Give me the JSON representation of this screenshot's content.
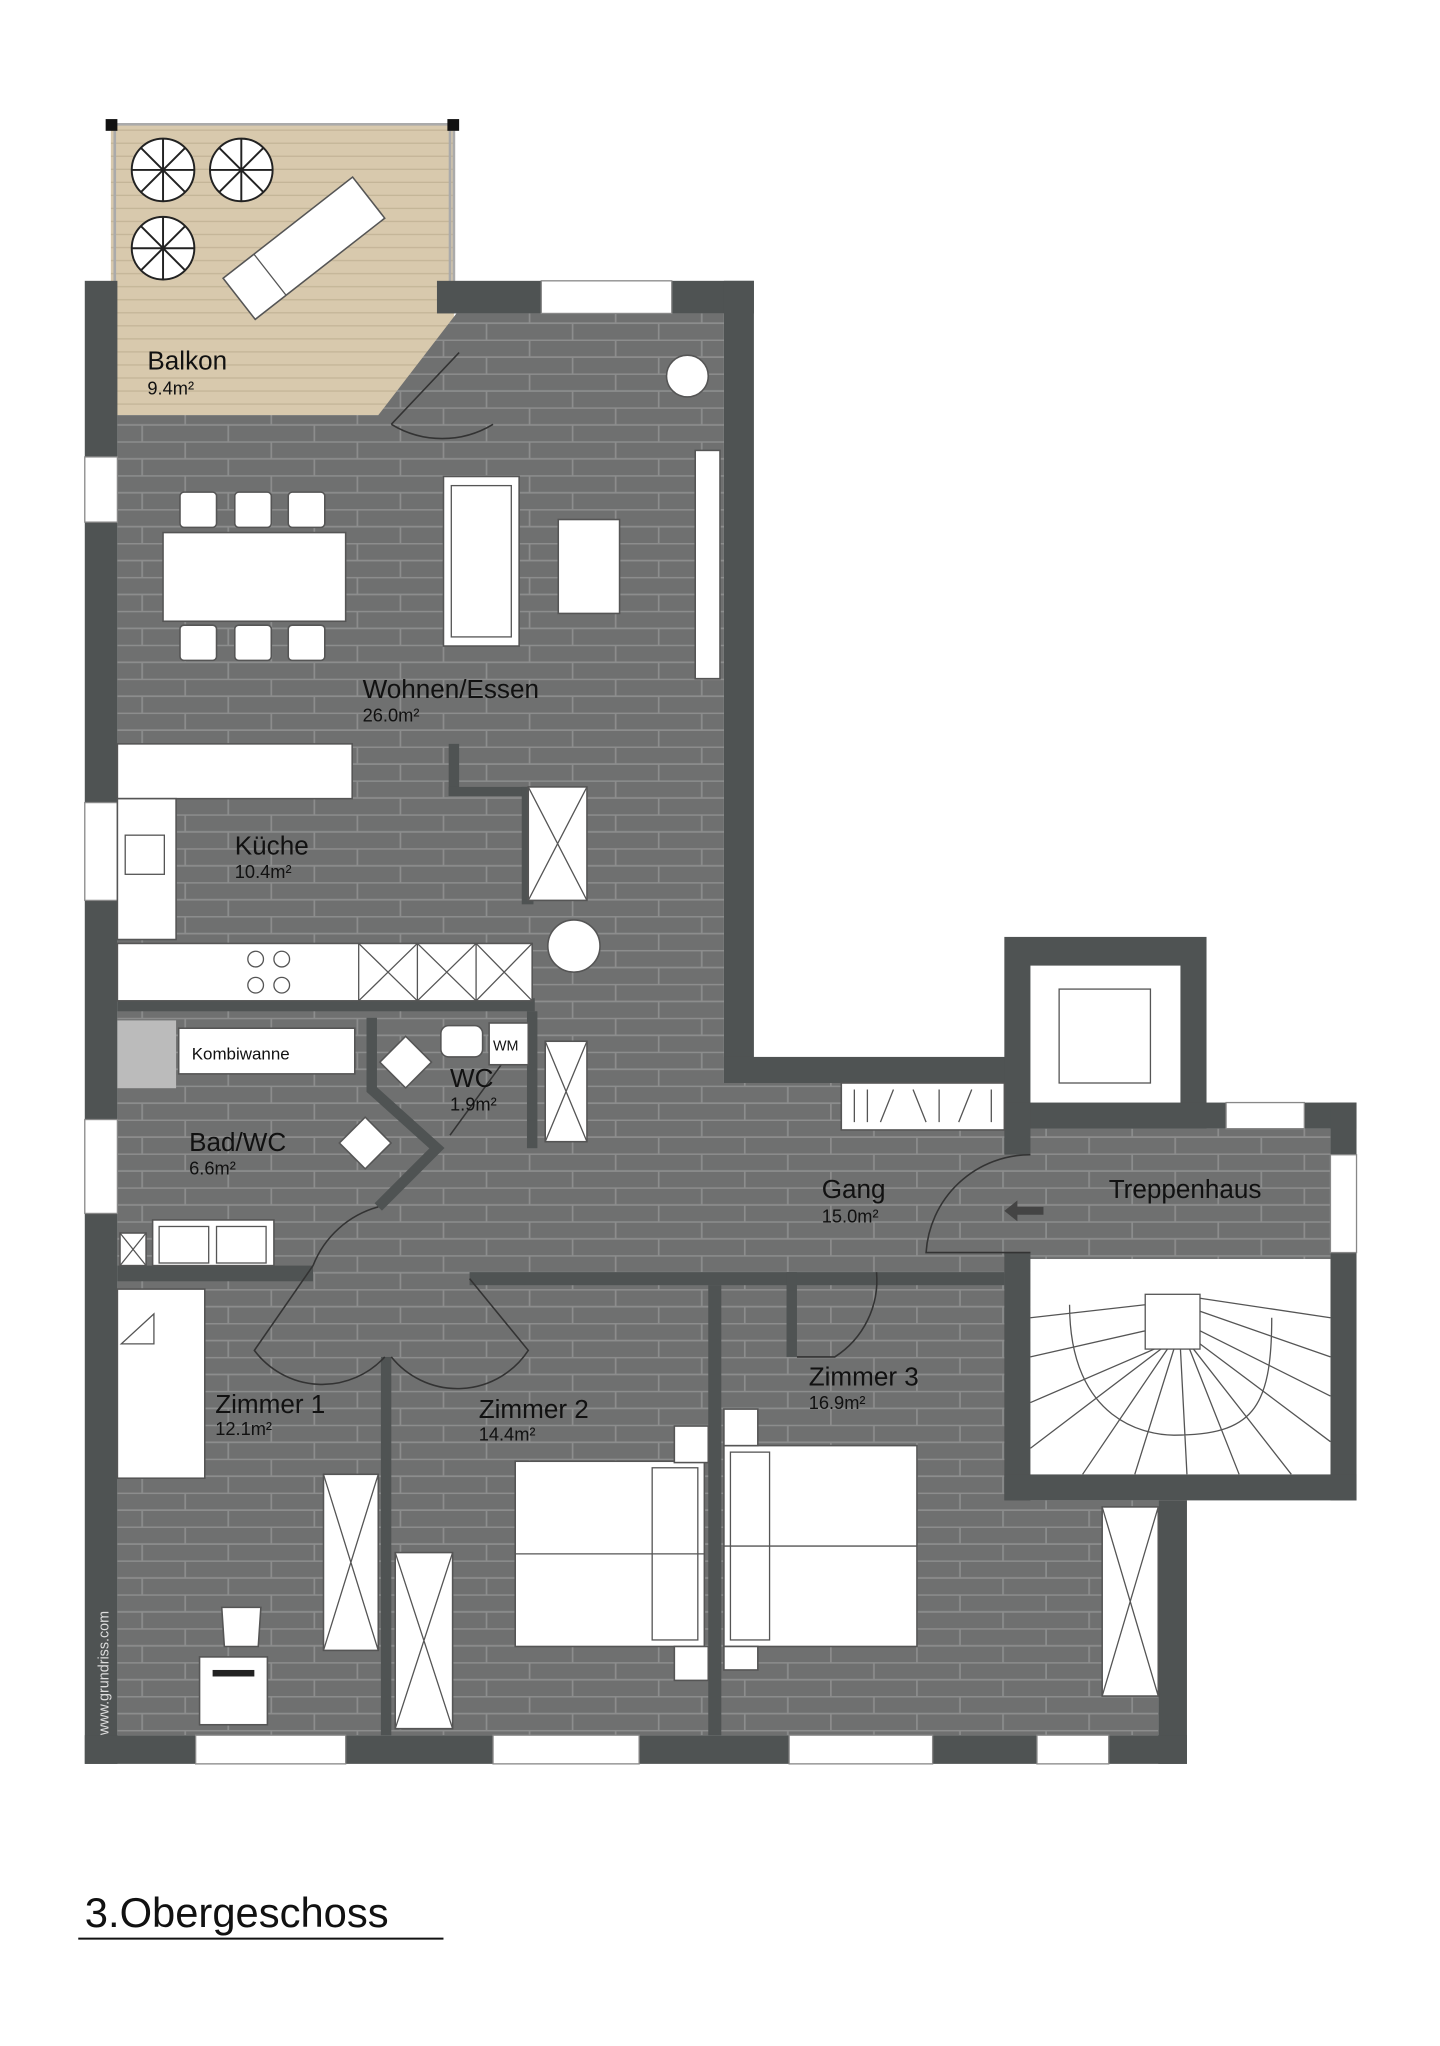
{
  "plan": {
    "title": "3.Obergeschoss",
    "watermark": "www.grundriss.com",
    "colors": {
      "floor": "#6f7070",
      "wall": "#4f5353",
      "balcony": "#d8c9ad",
      "furniture": "#ffffff"
    },
    "rooms": [
      {
        "name": "Balkon",
        "area": "9.4m²"
      },
      {
        "name": "Wohnen/Essen",
        "area": "26.0m²"
      },
      {
        "name": "Küche",
        "area": "10.4m²"
      },
      {
        "name": "WC",
        "area": "1.9m²"
      },
      {
        "name": "Bad/WC",
        "area": "6.6m²"
      },
      {
        "name": "Gang",
        "area": "15.0m²"
      },
      {
        "name": "Treppenhaus"
      },
      {
        "name": "Zimmer 1",
        "area": "12.1m²"
      },
      {
        "name": "Zimmer 2",
        "area": "14.4m²"
      },
      {
        "name": "Zimmer 3",
        "area": "16.9m²"
      }
    ],
    "fixtures": {
      "bathtub": "Kombiwanne",
      "washing_machine": "WM"
    }
  }
}
